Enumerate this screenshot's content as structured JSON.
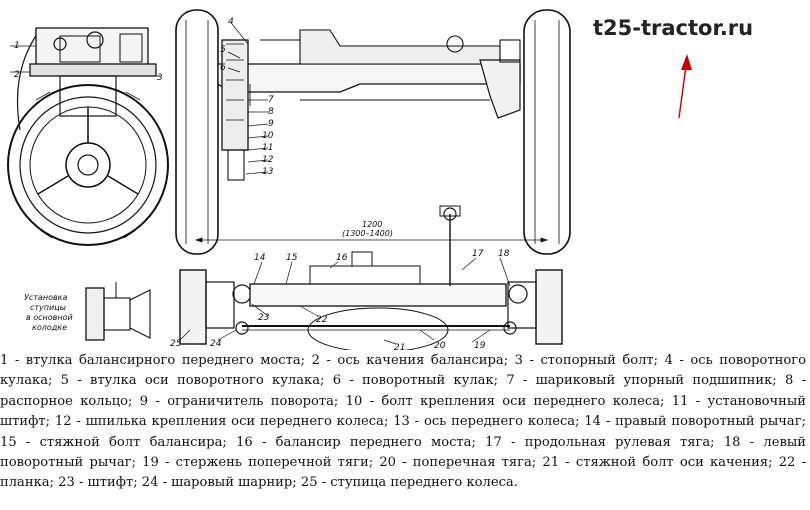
{
  "site_label": "t25-tractor.ru",
  "inset_label": [
    "Установка",
    "ступицы",
    "в основной",
    "колодке"
  ],
  "dimension": {
    "main": "1200",
    "range": "(1300–1400)"
  },
  "callouts": [
    "1",
    "2",
    "3",
    "4",
    "5",
    "6",
    "7",
    "8",
    "9",
    "10",
    "11",
    "12",
    "13",
    "14",
    "15",
    "16",
    "17",
    "18",
    "19",
    "20",
    "21",
    "22",
    "23",
    "24",
    "25"
  ],
  "arrow_color": "#cc0000",
  "caption": "1 - втулка балансирного переднего моста; 2 - ось качения балансира; 3 - стопорный болт; 4 - ось поворотного кулака; 5 - втулка оси поворотного кулака; 6 - поворотный кулак; 7 - шариковый упорный подшипник; 8 - распорное кольцо; 9 - ограничитель поворота; 10 - болт крепления оси переднего колеса; 11 - установочный штифт; 12 - шпилька крепления оси переднего колеса; 13 - ось переднего колеса; 14 - правый поворотный рычаг; 15 - стяжной болт балансира; 16 - балансир переднего моста; 17 - продольная рулевая тяга; 18 - левый поворотный рычаг; 19 - стержень поперечной тяги; 20 - поперечная тяга; 21 - стяжной болт оси качения; 22 - планка; 23 - штифт; 24 - шаровый шарнир; 25 - ступица переднего колеса."
}
